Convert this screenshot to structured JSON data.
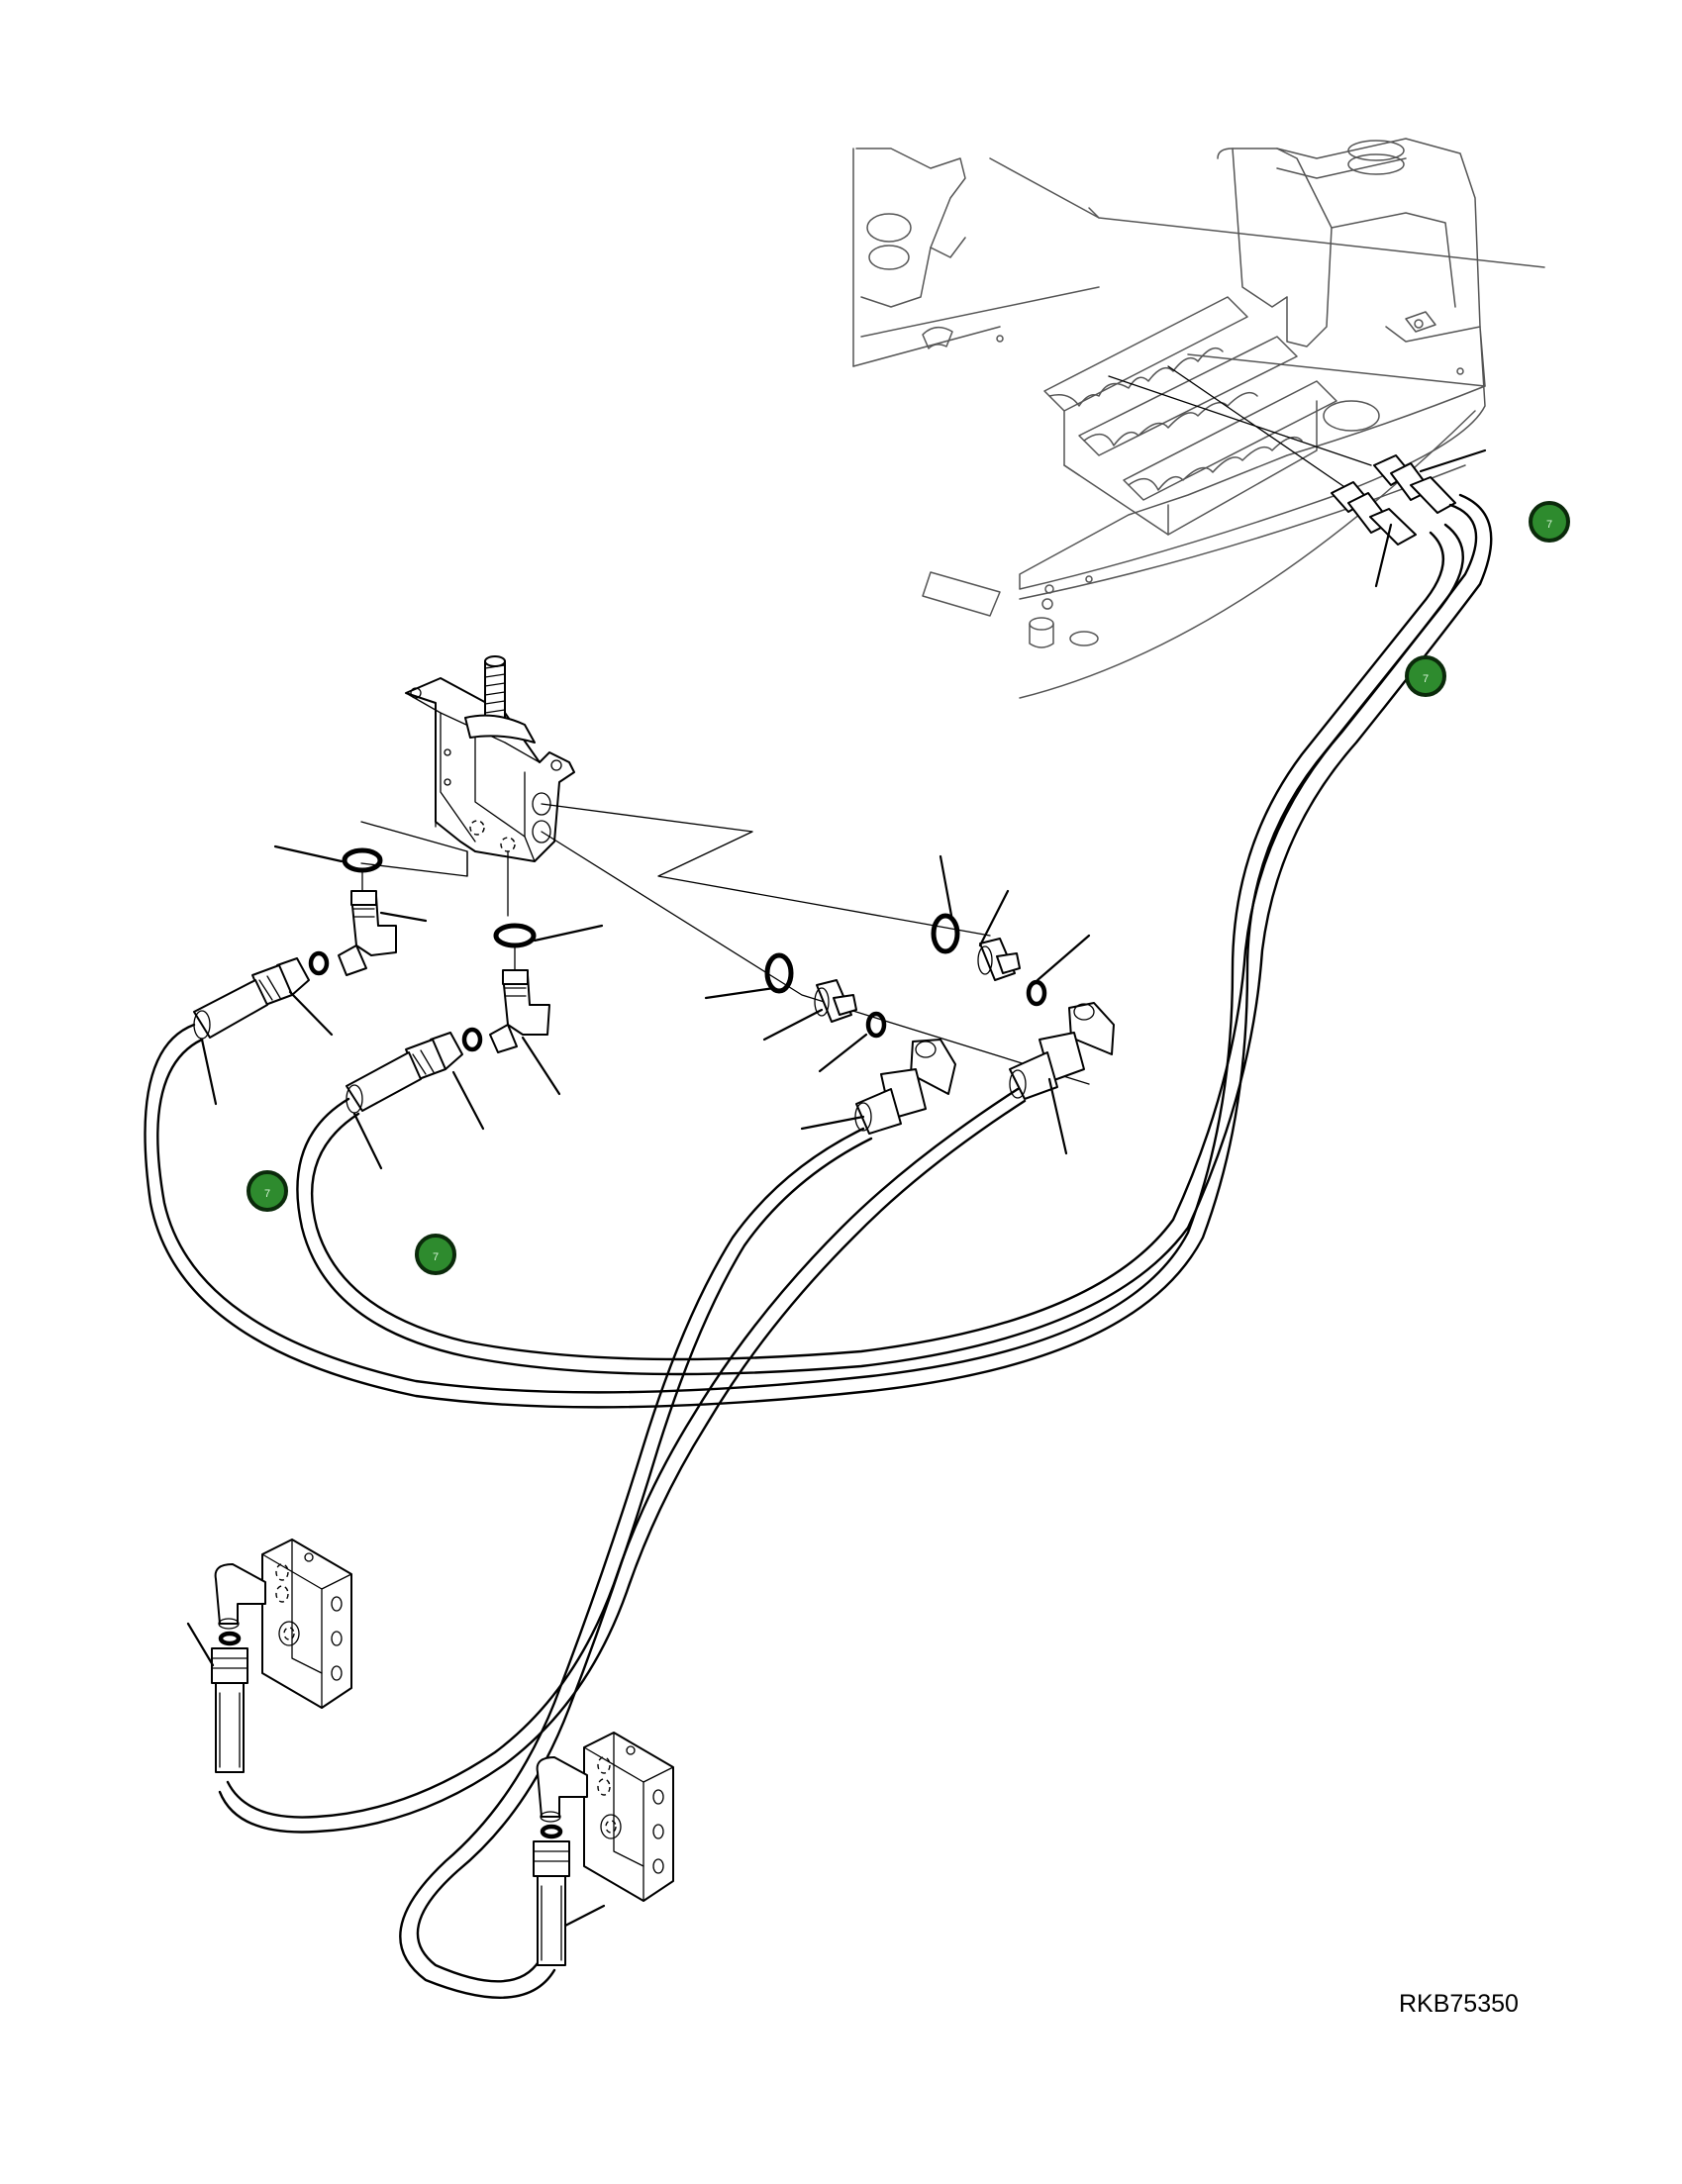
{
  "drawing": {
    "reference_code": "RKB75350"
  },
  "callouts": [
    {
      "number": "7"
    },
    {
      "number": "7"
    },
    {
      "number": "7"
    },
    {
      "number": "7"
    }
  ]
}
